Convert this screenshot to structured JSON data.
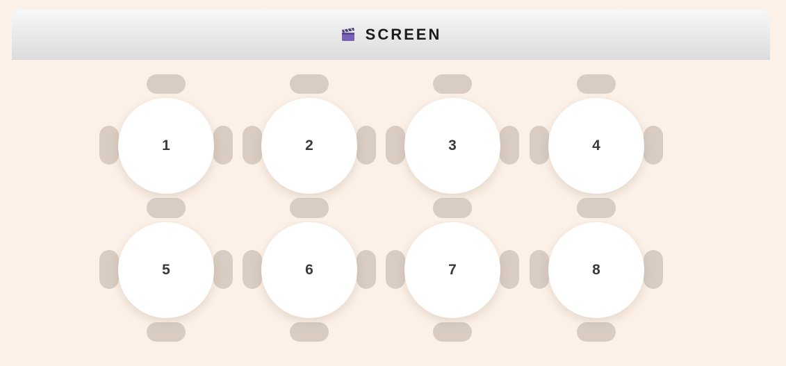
{
  "screen": {
    "label": "SCREEN",
    "icon": "clapperboard-icon"
  },
  "tables": [
    {
      "number": "1"
    },
    {
      "number": "2"
    },
    {
      "number": "3"
    },
    {
      "number": "4"
    },
    {
      "number": "5"
    },
    {
      "number": "6"
    },
    {
      "number": "7"
    },
    {
      "number": "8"
    }
  ],
  "colors": {
    "background": "#fcf1e8",
    "chair": "#d9cdc3",
    "table": "#ffffff",
    "text": "#3a3a3a"
  }
}
